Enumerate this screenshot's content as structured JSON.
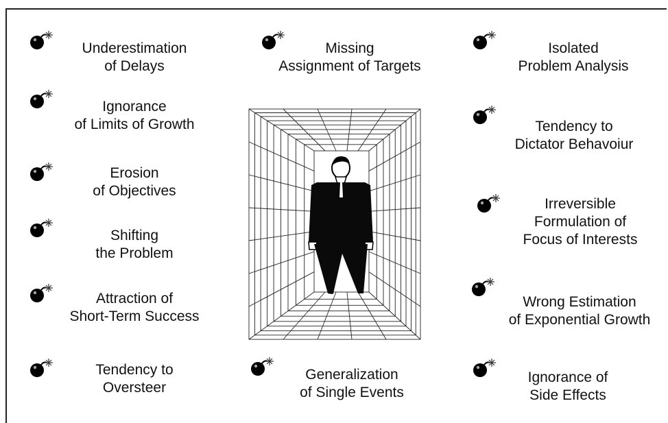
{
  "items": [
    {
      "id": "underestimation-of-delays",
      "lines": [
        "Underestimation",
        "of Delays"
      ]
    },
    {
      "id": "ignorance-of-limits-of-growth",
      "lines": [
        "Ignorance",
        "of Limits of Growth"
      ]
    },
    {
      "id": "erosion-of-objectives",
      "lines": [
        "Erosion",
        "of Objectives"
      ]
    },
    {
      "id": "shifting-the-problem",
      "lines": [
        "Shifting",
        "the Problem"
      ]
    },
    {
      "id": "attraction-of-short-term-success",
      "lines": [
        "Attraction of",
        "Short-Term Success"
      ]
    },
    {
      "id": "tendency-to-oversteer",
      "lines": [
        "Tendency to",
        "Oversteer"
      ]
    },
    {
      "id": "missing-assignment-of-targets",
      "lines": [
        "Missing",
        "Assignment of Targets"
      ]
    },
    {
      "id": "generalization-of-single-events",
      "lines": [
        "Generalization",
        "of Single Events"
      ]
    },
    {
      "id": "isolated-problem-analysis",
      "lines": [
        "Isolated",
        "Problem Analysis"
      ]
    },
    {
      "id": "tendency-to-dictator-behavoiur",
      "lines": [
        "Tendency to",
        "Dictator Behavoiur"
      ]
    },
    {
      "id": "irreversible-formulation-of-focus-of-interests",
      "lines": [
        "Irreversible",
        "Formulation of",
        "Focus of Interests"
      ]
    },
    {
      "id": "wrong-estimation-of-exponential-growth",
      "lines": [
        "Wrong Estimation",
        "of Exponential Growth"
      ]
    },
    {
      "id": "ignorance-of-side-effects",
      "lines": [
        "Ignorance of",
        "Side Effects"
      ]
    }
  ],
  "icons": {
    "bullet": "bomb-icon",
    "center": "person-in-grid-corridor"
  }
}
